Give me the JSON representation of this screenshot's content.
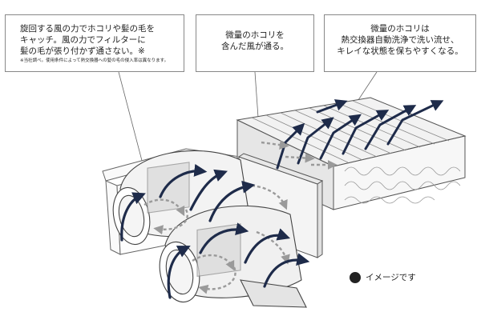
{
  "callouts": {
    "filter": {
      "lines": [
        "旋回する風の力でホコリや髪の毛を",
        "キャッチ。風の力でフィルターに",
        "髪の毛が張り付かず通さない。※"
      ],
      "note": "※当社調べ。使用条件によって熱交換器への髪の毛の侵入率は異なります。"
    },
    "dust_air": {
      "lines": [
        "微量のホコリを",
        "含んだ風が通る。"
      ]
    },
    "heat_exchanger": {
      "lines": [
        "微量のホコリは",
        "熱交換器自動洗浄で洗い流せ、",
        "キレイな状態を保ちやすくなる。"
      ]
    }
  },
  "legend": {
    "label": "イメージです"
  },
  "colors": {
    "arrow": "#1e2b4a",
    "line": "#555555",
    "dashed_arrow": "#999999"
  }
}
